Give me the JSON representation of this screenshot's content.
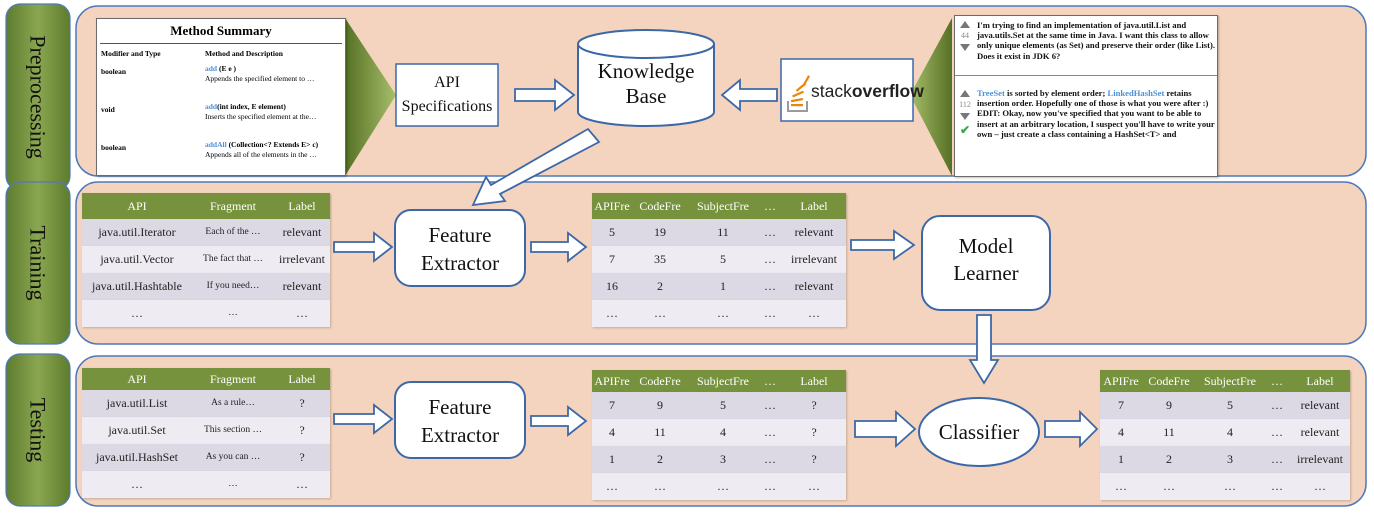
{
  "stages": {
    "preprocessing": "Preprocessing",
    "training": "Training",
    "testing": "Testing"
  },
  "method_summary": {
    "title": "Method Summary",
    "col1": "Modifier and Type",
    "col2": "Method and Description",
    "rows": [
      {
        "type": "boolean",
        "name": "add",
        "sig": " (E e )",
        "desc": "Appends the specified element to …"
      },
      {
        "type": "void",
        "name": "add",
        "sig": "(int index, E element)",
        "desc": "Inserts the specified element at the…"
      },
      {
        "type": "boolean",
        "name": "addAll",
        "sig": " (Collection<? Extends E> c)",
        "desc": "Appends all of the elements in the …"
      }
    ]
  },
  "nodes": {
    "api_spec_line1": "API",
    "api_spec_line2": "Specifications",
    "kb_line1": "Knowledge",
    "kb_line2": "Base",
    "so_stack": "stack",
    "so_overflow": "overflow",
    "fe_line1": "Feature",
    "fe_line2": "Extractor",
    "ml_line1": "Model",
    "ml_line2": "Learner",
    "classifier": "Classifier"
  },
  "so_post": {
    "question_votes": "44",
    "question": "I'm trying to find an implementation of java.util.List and java.utils.Set at the same time in Java. I want this class to allow only unique elements (as Set) and preserve their order (like List). Does it exist in JDK 6?",
    "answer_votes": "112",
    "answer_treeset": "TreeSet",
    "answer_text1": " is sorted by element order; ",
    "answer_lhs": "LinkedHashSet",
    "answer_text2": " retains insertion order. Hopefully one of those is what you were after :)",
    "answer_edit": "EDIT: Okay, now you've specified that you want to be able to insert at an arbitrary location, I suspect you'll have to write your own – just create a class containing a HashSet<T> and"
  },
  "colors": {
    "band": "#f4d4be",
    "band_border": "#4e79ba",
    "label_green": "#6f8d3b",
    "header_green": "#76923c",
    "row_dark": "#dcd9e5",
    "row_light": "#eeecf2",
    "link_blue": "#4a90d9"
  },
  "training_input": {
    "headers": [
      "API",
      "Fragment",
      "Label"
    ],
    "rows": [
      [
        "java.util.Iterator",
        "Each of the …",
        "relevant"
      ],
      [
        "java.util.Vector",
        "The fact that …",
        "irrelevant"
      ],
      [
        "java.util.Hashtable",
        "If you need…",
        "relevant"
      ],
      [
        "…",
        "…",
        "…"
      ]
    ]
  },
  "training_features": {
    "headers": [
      "APIFre",
      "CodeFre",
      "SubjectFre",
      "…",
      "Label"
    ],
    "rows": [
      [
        "5",
        "19",
        "11",
        "…",
        "relevant"
      ],
      [
        "7",
        "35",
        "5",
        "…",
        "irrelevant"
      ],
      [
        "16",
        "2",
        "1",
        "…",
        "relevant"
      ],
      [
        "…",
        "…",
        "…",
        "…",
        "…"
      ]
    ]
  },
  "testing_input": {
    "headers": [
      "API",
      "Fragment",
      "Label"
    ],
    "rows": [
      [
        "java.util.List",
        "As a rule…",
        "?"
      ],
      [
        "java.util.Set",
        "This section …",
        "?"
      ],
      [
        "java.util.HashSet",
        "As you can …",
        "?"
      ],
      [
        "…",
        "…",
        "…"
      ]
    ]
  },
  "testing_features": {
    "headers": [
      "APIFre",
      "CodeFre",
      "SubjectFre",
      "…",
      "Label"
    ],
    "rows": [
      [
        "7",
        "9",
        "5",
        "…",
        "?"
      ],
      [
        "4",
        "11",
        "4",
        "…",
        "?"
      ],
      [
        "1",
        "2",
        "3",
        "…",
        "?"
      ],
      [
        "…",
        "…",
        "…",
        "…",
        "…"
      ]
    ]
  },
  "testing_output": {
    "headers": [
      "APIFre",
      "CodeFre",
      "SubjectFre",
      "…",
      "Label"
    ],
    "rows": [
      [
        "7",
        "9",
        "5",
        "…",
        "relevant"
      ],
      [
        "4",
        "11",
        "4",
        "…",
        "relevant"
      ],
      [
        "1",
        "2",
        "3",
        "…",
        "irrelevant"
      ],
      [
        "…",
        "…",
        "…",
        "…",
        "…"
      ]
    ]
  }
}
